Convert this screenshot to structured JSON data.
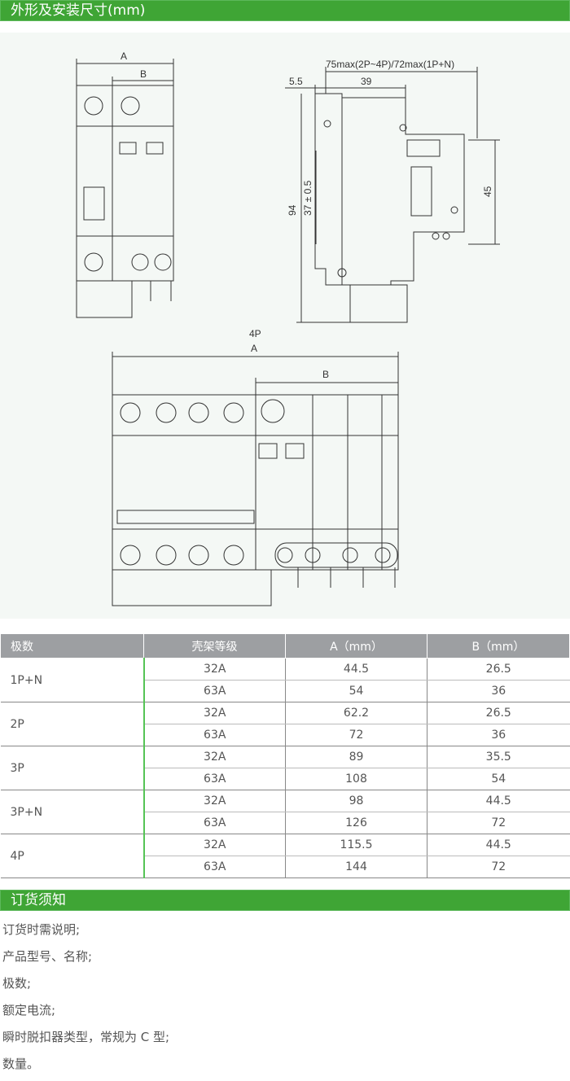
{
  "section1": {
    "title": "外形及安装尺寸(mm)"
  },
  "drawing": {
    "front": {
      "dim_a": "A",
      "dim_b": "B"
    },
    "side": {
      "dim_width": "75max(2P~4P)/72max(1P+N)",
      "dim_offset": "5.5",
      "dim_39": "39",
      "dim_94": "94",
      "dim_37": "37 ± 0.5",
      "dim_45": "45"
    },
    "fourp": {
      "label": "4P",
      "dim_a": "A",
      "dim_b": "B"
    }
  },
  "table": {
    "headers": [
      "极数",
      "壳架等级",
      "A（mm）",
      "B（mm）"
    ],
    "groups": [
      {
        "pole": "1P+N",
        "rows": [
          [
            "32A",
            "44.5",
            "26.5"
          ],
          [
            "63A",
            "54",
            "36"
          ]
        ]
      },
      {
        "pole": "2P",
        "rows": [
          [
            "32A",
            "62.2",
            "26.5"
          ],
          [
            "63A",
            "72",
            "36"
          ]
        ]
      },
      {
        "pole": "3P",
        "rows": [
          [
            "32A",
            "89",
            "35.5"
          ],
          [
            "63A",
            "108",
            "54"
          ]
        ]
      },
      {
        "pole": "3P+N",
        "rows": [
          [
            "32A",
            "98",
            "44.5"
          ],
          [
            "63A",
            "126",
            "72"
          ]
        ]
      },
      {
        "pole": "4P",
        "rows": [
          [
            "32A",
            "115.5",
            "44.5"
          ],
          [
            "63A",
            "144",
            "72"
          ]
        ]
      }
    ]
  },
  "section2": {
    "title": "订货须知"
  },
  "notes": [
    "订货时需说明;",
    "产品型号、名称;",
    "极数;",
    "额定电流;",
    "瞬时脱扣器类型，常规为 C 型;",
    "数量。"
  ]
}
